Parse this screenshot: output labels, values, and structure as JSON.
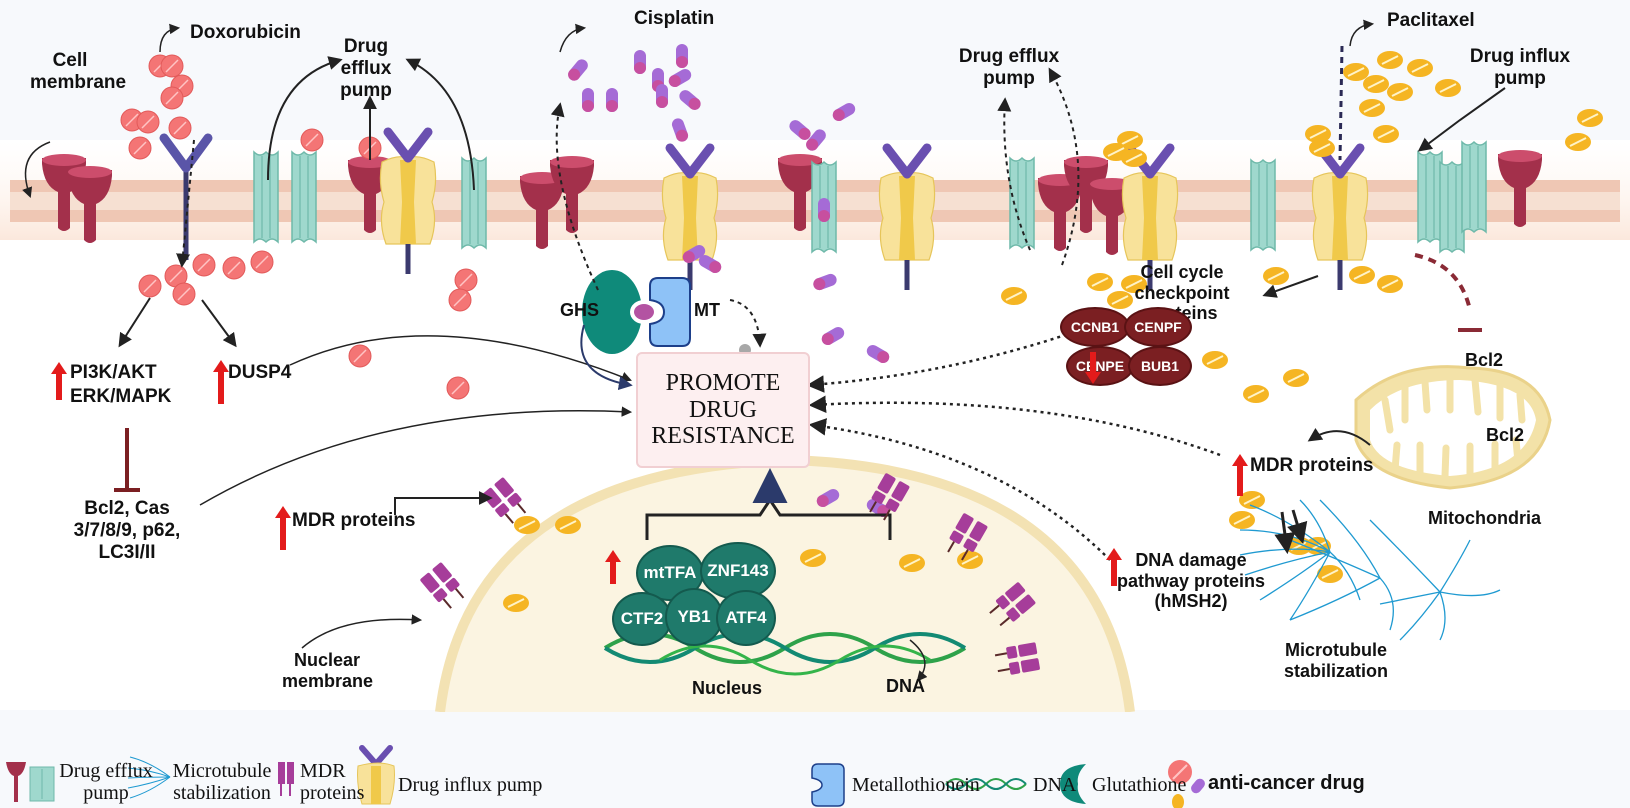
{
  "title": "Mechanisms promoting anti-cancer drug resistance",
  "labels": {
    "cell_membrane": "Cell membrane",
    "doxorubicin": "Doxorubicin",
    "drug_efflux_pump_left": "Drug efflux pump",
    "cisplatin": "Cisplatin",
    "drug_efflux_pump_right": "Drug efflux pump",
    "paclitaxel": "Paclitaxel",
    "drug_influx_pump": "Drug influx pump",
    "pi3k_akt": "PI3K/AKT",
    "erk_mapk": "ERK/MAPK",
    "dusp4": "DUSP4",
    "bcl2_cas": "Bcl2, Cas 3/7/8/9, p62, LC3I/II",
    "ghs": "GHS",
    "mt": "MT",
    "promote_drug_resistance": "PROMOTE DRUG RESISTANCE",
    "mdr_proteins_left": "MDR proteins",
    "nuclear_membrane": "Nuclear membrane",
    "nucleus": "Nucleus",
    "dna": "DNA",
    "cell_cycle_checkpoint": "Cell cycle checkpoint proteins",
    "bcl2_top": "Bcl2",
    "bcl2_mito": "Bcl2",
    "mdr_proteins_right": "MDR proteins",
    "mitochondria": "Mitochondria",
    "dna_damage": "DNA damage pathway proteins (hMSH2)",
    "microtubule_stabilization": "Microtubule stabilization"
  },
  "checkpoint_proteins": [
    "CCNB1",
    "CENPF",
    "CENPE",
    "BUB1"
  ],
  "transcription_factors": [
    "mtTFA",
    "ZNF143",
    "CTF2",
    "YB1",
    "ATF4"
  ],
  "regulation": {
    "pi3k_akt": "up",
    "dusp4": "up",
    "mdr_left": "up",
    "transcription_factors": "up",
    "checkpoint_proteins": "down",
    "mdr_right": "up",
    "dna_damage": "up"
  },
  "legend": [
    {
      "icon": "drug-efflux-pump-icon",
      "label": "Drug efflux pump"
    },
    {
      "icon": "microtubule-icon",
      "label": "Microtubule stabilization"
    },
    {
      "icon": "mdr-protein-icon",
      "label": "MDR proteins"
    },
    {
      "icon": "drug-influx-pump-icon",
      "label": "Drug influx pump"
    },
    {
      "icon": "metallothionein-icon",
      "label": "Metallothionein"
    },
    {
      "icon": "dna-icon",
      "label": "DNA"
    },
    {
      "icon": "glutathione-icon",
      "label": "Glutathione"
    },
    {
      "icon": "anti-cancer-drug-icon",
      "label": "anti-cancer drug"
    }
  ],
  "colors": {
    "up_arrow": "#e31b1b",
    "checkpoint_protein": "#7b1f22",
    "transcription_factor": "#1f7a6b",
    "membrane": "#f2d4c4",
    "nucleus": "#fbf4e1",
    "doxorubicin": "#f47575",
    "cisplatin": "#a56bd6",
    "paclitaxel": "#f5b523"
  }
}
